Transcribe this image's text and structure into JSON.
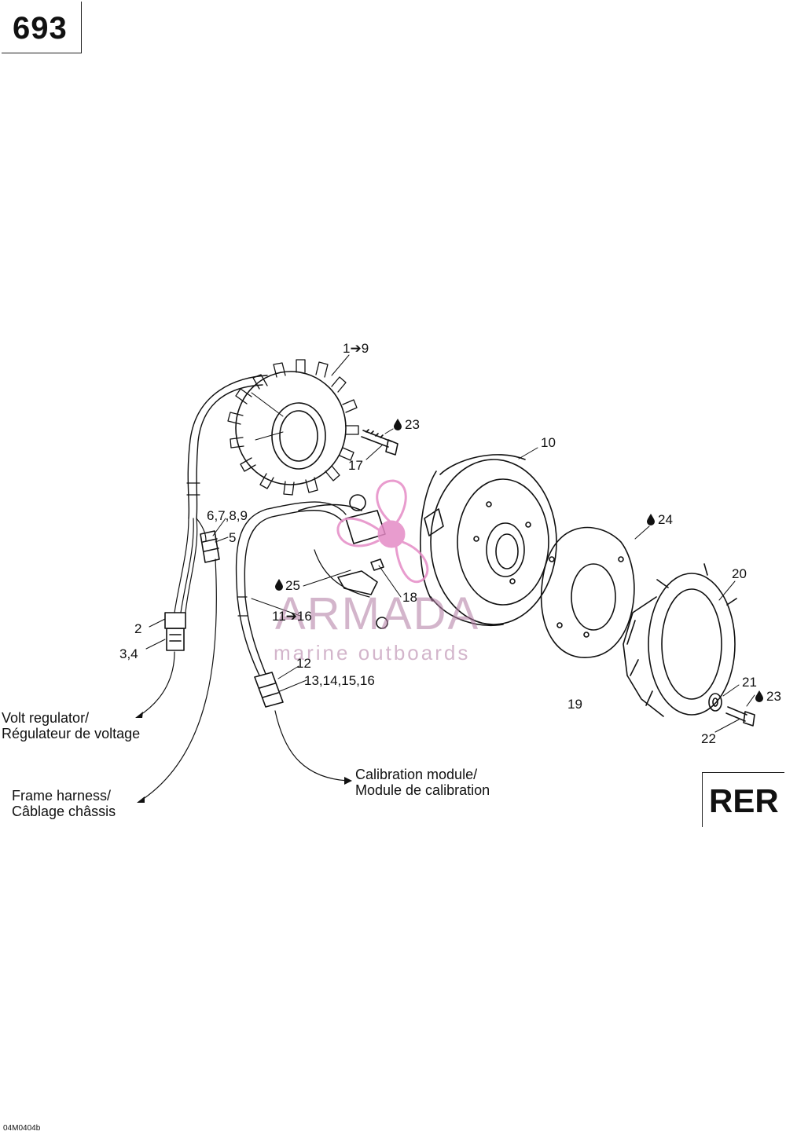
{
  "page_number": "693",
  "section_code": "RER",
  "figure_code": "04M0404b",
  "watermark": {
    "brand": "ARMADA",
    "tagline": "marine outboards"
  },
  "callouts": {
    "c1_9": "1➔9",
    "c23a": "23",
    "c17": "17",
    "c10": "10",
    "c6789": "6,7,8,9",
    "c5": "5",
    "c24": "24",
    "c25": "25",
    "c18": "18",
    "c20": "20",
    "c2": "2",
    "c34": "3,4",
    "c11_16": "11➔16",
    "c12": "12",
    "c13_16": "13,14,15,16",
    "c19": "19",
    "c21": "21",
    "c23b": "23",
    "c22": "22"
  },
  "notes": {
    "volt_regulator_en": "Volt regulator/",
    "volt_regulator_fr": "Régulateur de voltage",
    "frame_harness_en": "Frame harness/",
    "frame_harness_fr": "Câblage châssis",
    "calibration_en": "Calibration module/",
    "calibration_fr": "Module de calibration"
  },
  "icons": {
    "lubricant": "oil-drop-icon",
    "logo": "propeller-logo-icon"
  },
  "colors": {
    "line": "#111111",
    "watermark": "#b07aa1",
    "logo_pink": "#e58bc6"
  }
}
